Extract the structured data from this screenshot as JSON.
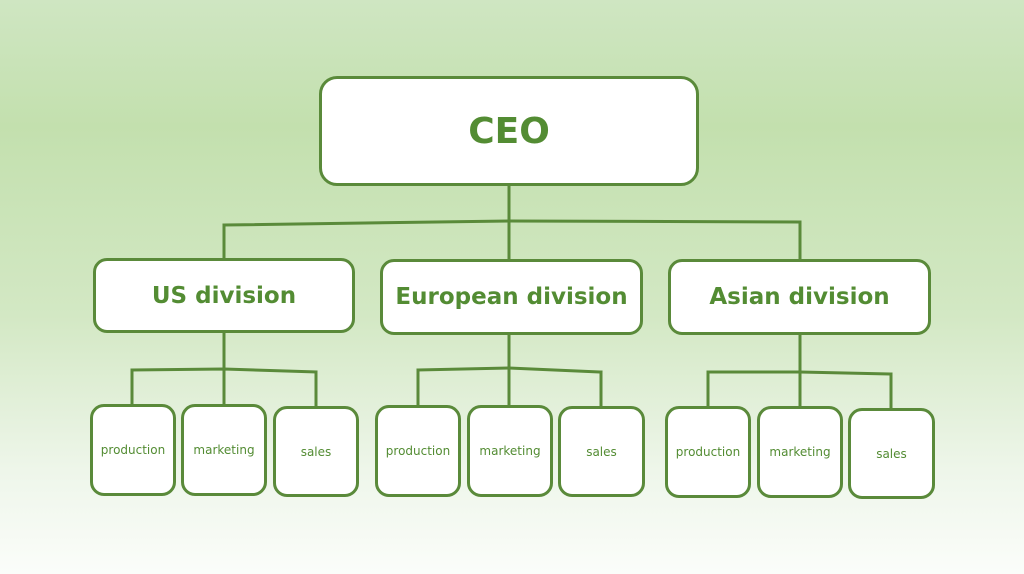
{
  "colors": {
    "line": "#5a8a3a",
    "text": "#538c33",
    "box_fill": "#ffffff"
  },
  "chart": {
    "root": {
      "label": "CEO"
    },
    "divisions": [
      {
        "label": "US division",
        "departments": [
          "production",
          "marketing",
          "sales"
        ]
      },
      {
        "label": "European division",
        "departments": [
          "production",
          "marketing",
          "sales"
        ]
      },
      {
        "label": "Asian division",
        "departments": [
          "production",
          "marketing",
          "sales"
        ]
      }
    ]
  }
}
